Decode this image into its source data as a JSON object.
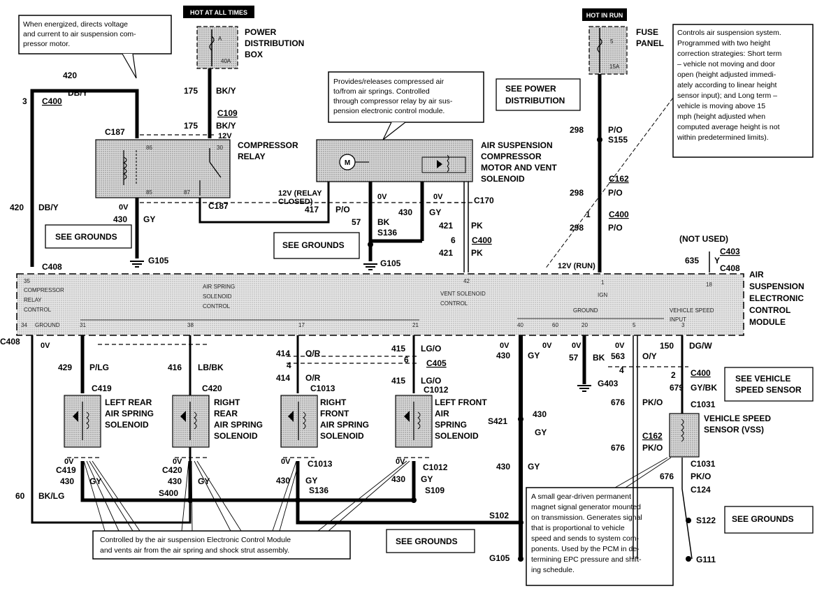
{
  "notes": {
    "relay": [
      "When energized, directs voltage",
      "and current to air suspension com-",
      "pressor motor."
    ],
    "compressor": [
      "Provides/releases compressed air",
      "to/from air springs. Controlled",
      "through compressor relay by air sus-",
      "pension electronic control module."
    ],
    "module": [
      "Controls air suspension system.",
      "Programmed with two height",
      "correction strategies: Short term",
      "– vehicle not moving and door",
      "open (height adjusted immedi-",
      "ately according to linear height",
      "sensor input); and Long term –",
      "vehicle is moving above 15",
      "mph (height adjusted when",
      "computed average height is not",
      "within predetermined limits)."
    ],
    "solenoids": [
      "Controlled by the air suspension Electronic Control Module",
      "and vents air from the air spring and shock strut assembly."
    ],
    "vss": [
      "A small gear-driven permanent",
      "magnet signal generator mounted",
      "on transmission.  Generates signal",
      "that is proportional to vehicle",
      "speed and sends to system com-",
      "ponents. Used by the PCM in de-",
      "termining EPC pressure and shift-",
      "ing schedule."
    ]
  },
  "headers": {
    "hot_at_all_times": "HOT AT ALL TIMES",
    "hot_in_run": "HOT IN RUN"
  },
  "components": {
    "power_dist": [
      "POWER",
      "DISTRIBUTION",
      "BOX"
    ],
    "fuse_panel": [
      "FUSE",
      "PANEL"
    ],
    "relay": [
      "COMPRESSOR",
      "RELAY"
    ],
    "compressor": [
      "AIR SUSPENSION",
      "COMPRESSOR",
      "MOTOR AND VENT",
      "SOLENOID"
    ],
    "module": [
      "AIR",
      "SUSPENSION",
      "ELECTRONIC",
      "CONTROL",
      "MODULE"
    ],
    "lr": [
      "LEFT REAR",
      "AIR SPRING",
      "SOLENOID"
    ],
    "rr": [
      "RIGHT",
      "REAR",
      "AIR SPRING",
      "SOLENOID"
    ],
    "rf": [
      "RIGHT",
      "FRONT",
      "AIR SPRING",
      "SOLENOID"
    ],
    "lf": [
      "LEFT FRONT",
      "AIR",
      "SPRING",
      "SOLENOID"
    ],
    "vss": [
      "VEHICLE SPEED",
      "SENSOR (VSS)"
    ]
  },
  "refs": {
    "see_power_dist": [
      "SEE POWER",
      "DISTRIBUTION"
    ],
    "see_grounds": "SEE GROUNDS",
    "see_vss": [
      "SEE VEHICLE",
      "SPEED SENSOR"
    ]
  },
  "fuses": {
    "power_a": "A",
    "power_amp": "40A",
    "panel_a": "5",
    "panel_amp": "15A"
  },
  "module_inner": {
    "compressor_relay_control": [
      "COMPRESSOR",
      "RELAY",
      "CONTROL"
    ],
    "air_spring_solenoid_control": [
      "AIR SPRING",
      "SOLENOID",
      "CONTROL"
    ],
    "vent_solenoid_control": [
      "VENT SOLENOID",
      "CONTROL"
    ],
    "ign": "IGN",
    "ground": "GROUND",
    "vehicle_speed_input": [
      "VEHICLE SPEED",
      "INPUT"
    ],
    "pins_top": [
      "35",
      "42",
      "1",
      "18"
    ],
    "pins_bottom": [
      "34",
      "31",
      "38",
      "17",
      "21",
      "40",
      "60",
      "20",
      "5",
      "3"
    ],
    "ground_left": "GROUND"
  },
  "labels": {
    "c400_top": "C400",
    "w420": "420",
    "dby": "DB/Y",
    "three": "3",
    "c187_a": "C187",
    "c187_b": "C187",
    "w175a": "175",
    "bky_a": "BK/Y",
    "c109": "C109",
    "w175b": "175",
    "bky_b": "BK/Y",
    "v12": "12V",
    "w420b": "420",
    "dby_b": "DB/Y",
    "v0_relay": "0V",
    "w430_relay": "430",
    "gy_relay": "GY",
    "g105_a": "G105",
    "relay_closed": [
      "12V (RELAY",
      "CLOSED)"
    ],
    "w417": "417",
    "po_417": "P/O",
    "v0_a": "0V",
    "v0_b": "0V",
    "w57": "57",
    "bk": "BK",
    "s136_top": "S136",
    "w430_mid": "430",
    "gy_mid": "GY",
    "c170": "C170",
    "g105_b": "G105",
    "w421a": "421",
    "pk_a": "PK",
    "six": "6",
    "c400_421": "C400",
    "w421b": "421",
    "pk_b": "PK",
    "w298a": "298",
    "po_298a": "P/O",
    "s155": "S155",
    "c162": "C162",
    "w298b": "298",
    "po_298b": "P/O",
    "one": "1",
    "c400_298": "C400",
    "w298c": "298",
    "po_298c": "P/O",
    "v12_run": "12V (RUN)",
    "not_used": "(NOT USED)",
    "c403": "C403",
    "w635": "635",
    "y": "Y",
    "c408_right": "C408",
    "c408_left": "C408",
    "c408_bottom": "C408",
    "v0_bottom": "0V",
    "w429": "429",
    "plg": "P/LG",
    "c419": "C419",
    "w416": "416",
    "lbbk": "LB/BK",
    "c420": "C420",
    "w414a": "414",
    "or_a": "O/R",
    "four_a": "4",
    "w414b": "414",
    "or_b": "O/R",
    "c1013": "C1013",
    "w415a": "415",
    "lgo_a": "LG/O",
    "six_b": "6",
    "c405": "C405",
    "w415b": "415",
    "lgo_b": "LG/O",
    "c1012": "C1012",
    "v0_c": "0V",
    "w430_c": "430",
    "gy_c": "GY",
    "v0_d": "0V",
    "v0_e": "0V",
    "w57_b": "57",
    "bk_b": "BK",
    "g403": "G403",
    "v0_f": "0V",
    "w563": "563",
    "oy": "O/Y",
    "four_b": "4",
    "w150": "150",
    "dgw": "DG/W",
    "two": "2",
    "c400_vss": "C400",
    "w679": "679",
    "gybk": "GY/BK",
    "w676a": "676",
    "pko_a": "PK/O",
    "c1031a": "C1031",
    "c162_b": "C162",
    "w676b": "676",
    "pko_b": "PK/O",
    "c1031b": "C1031",
    "w676c": "676",
    "pko_c": "PK/O",
    "c124": "C124",
    "s122": "S122",
    "g111": "G111",
    "s421": "S421",
    "w430_s421": "430",
    "gy_s421": "GY",
    "w430_e": "430",
    "gy_e": "GY",
    "s102": "S102",
    "g105_c": "G105",
    "v0_lr": "0V",
    "c419_b": "C419",
    "w430_lr": "430",
    "gy_lr": "GY",
    "v0_rr": "0V",
    "c420_b": "C420",
    "w430_rr": "430",
    "gy_rr": "GY",
    "v0_rf": "0V",
    "c1013_b": "C1013",
    "w430_rf": "430",
    "gy_rf": "GY",
    "v0_lf": "0V",
    "c1012_b": "C1012",
    "w430_lf": "430",
    "gy_lf": "GY",
    "w60": "60",
    "bklg": "BK/LG",
    "s400": "S400",
    "s136_b": "S136",
    "s109": "S109",
    "pin30": "30",
    "pin86": "86",
    "pin85": "85",
    "pin87": "87"
  }
}
